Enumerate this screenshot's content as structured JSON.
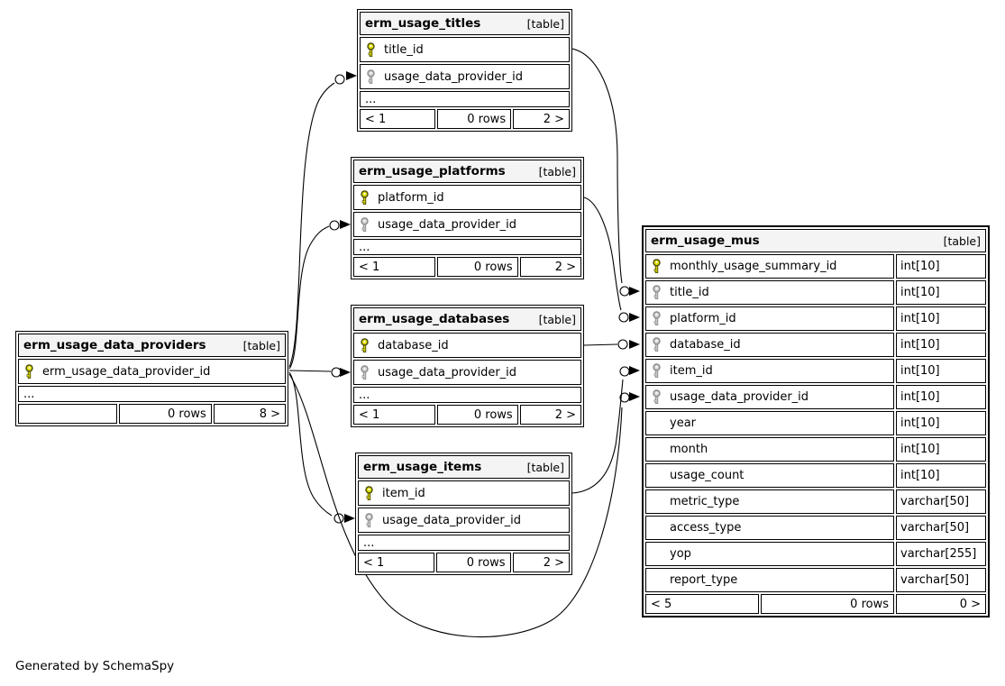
{
  "page": {
    "footer_note": "Generated by SchemaSpy"
  },
  "colors": {
    "border": "#000000",
    "header_bg": "#f4f4f4",
    "pk_fill": "#dcdc00",
    "pk_stroke": "#4a4a00",
    "fk_fill": "#d0d0d0",
    "fk_stroke": "#8a8a8a",
    "connector": "#000000"
  },
  "entities": [
    {
      "id": "erm_usage_titles",
      "title": "erm_usage_titles",
      "tag": "[table]",
      "columns": [
        {
          "name": "title_id",
          "key": "pk"
        },
        {
          "name": "usage_data_provider_id",
          "key": "fk"
        }
      ],
      "ellipsis": "...",
      "footer": {
        "left": "< 1",
        "center": "0 rows",
        "right": "2 >"
      }
    },
    {
      "id": "erm_usage_platforms",
      "title": "erm_usage_platforms",
      "tag": "[table]",
      "columns": [
        {
          "name": "platform_id",
          "key": "pk"
        },
        {
          "name": "usage_data_provider_id",
          "key": "fk"
        }
      ],
      "ellipsis": "...",
      "footer": {
        "left": "< 1",
        "center": "0 rows",
        "right": "2 >"
      }
    },
    {
      "id": "erm_usage_databases",
      "title": "erm_usage_databases",
      "tag": "[table]",
      "columns": [
        {
          "name": "database_id",
          "key": "pk"
        },
        {
          "name": "usage_data_provider_id",
          "key": "fk"
        }
      ],
      "ellipsis": "...",
      "footer": {
        "left": "< 1",
        "center": "0 rows",
        "right": "2 >"
      }
    },
    {
      "id": "erm_usage_items",
      "title": "erm_usage_items",
      "tag": "[table]",
      "columns": [
        {
          "name": "item_id",
          "key": "pk"
        },
        {
          "name": "usage_data_provider_id",
          "key": "fk"
        }
      ],
      "ellipsis": "...",
      "footer": {
        "left": "< 1",
        "center": "0 rows",
        "right": "2 >"
      }
    },
    {
      "id": "erm_usage_data_providers",
      "title": "erm_usage_data_providers",
      "tag": "[table]",
      "columns": [
        {
          "name": "erm_usage_data_provider_id",
          "key": "pk"
        }
      ],
      "ellipsis": "...",
      "footer": {
        "left": "",
        "center": "0 rows",
        "right": "8 >"
      }
    },
    {
      "id": "erm_usage_mus",
      "title": "erm_usage_mus",
      "tag": "[table]",
      "columns": [
        {
          "name": "monthly_usage_summary_id",
          "key": "pk",
          "type": "int[10]"
        },
        {
          "name": "title_id",
          "key": "fk",
          "type": "int[10]"
        },
        {
          "name": "platform_id",
          "key": "fk",
          "type": "int[10]"
        },
        {
          "name": "database_id",
          "key": "fk",
          "type": "int[10]"
        },
        {
          "name": "item_id",
          "key": "fk",
          "type": "int[10]"
        },
        {
          "name": "usage_data_provider_id",
          "key": "fk",
          "type": "int[10]"
        },
        {
          "name": "year",
          "key": "",
          "type": "int[10]"
        },
        {
          "name": "month",
          "key": "",
          "type": "int[10]"
        },
        {
          "name": "usage_count",
          "key": "",
          "type": "int[10]"
        },
        {
          "name": "metric_type",
          "key": "",
          "type": "varchar[50]"
        },
        {
          "name": "access_type",
          "key": "",
          "type": "varchar[50]"
        },
        {
          "name": "yop",
          "key": "",
          "type": "varchar[255]"
        },
        {
          "name": "report_type",
          "key": "",
          "type": "varchar[50]"
        }
      ],
      "footer": {
        "left": "< 5",
        "center": "0 rows",
        "right": "0 >"
      }
    }
  ],
  "relationships": [
    {
      "from": "erm_usage_data_providers.erm_usage_data_provider_id",
      "to": "erm_usage_titles.usage_data_provider_id"
    },
    {
      "from": "erm_usage_data_providers.erm_usage_data_provider_id",
      "to": "erm_usage_platforms.usage_data_provider_id"
    },
    {
      "from": "erm_usage_data_providers.erm_usage_data_provider_id",
      "to": "erm_usage_databases.usage_data_provider_id"
    },
    {
      "from": "erm_usage_data_providers.erm_usage_data_provider_id",
      "to": "erm_usage_items.usage_data_provider_id"
    },
    {
      "from": "erm_usage_data_providers.erm_usage_data_provider_id",
      "to": "erm_usage_mus.usage_data_provider_id"
    },
    {
      "from": "erm_usage_titles.title_id",
      "to": "erm_usage_mus.title_id"
    },
    {
      "from": "erm_usage_platforms.platform_id",
      "to": "erm_usage_mus.platform_id"
    },
    {
      "from": "erm_usage_databases.database_id",
      "to": "erm_usage_mus.database_id"
    },
    {
      "from": "erm_usage_items.item_id",
      "to": "erm_usage_mus.item_id"
    }
  ]
}
